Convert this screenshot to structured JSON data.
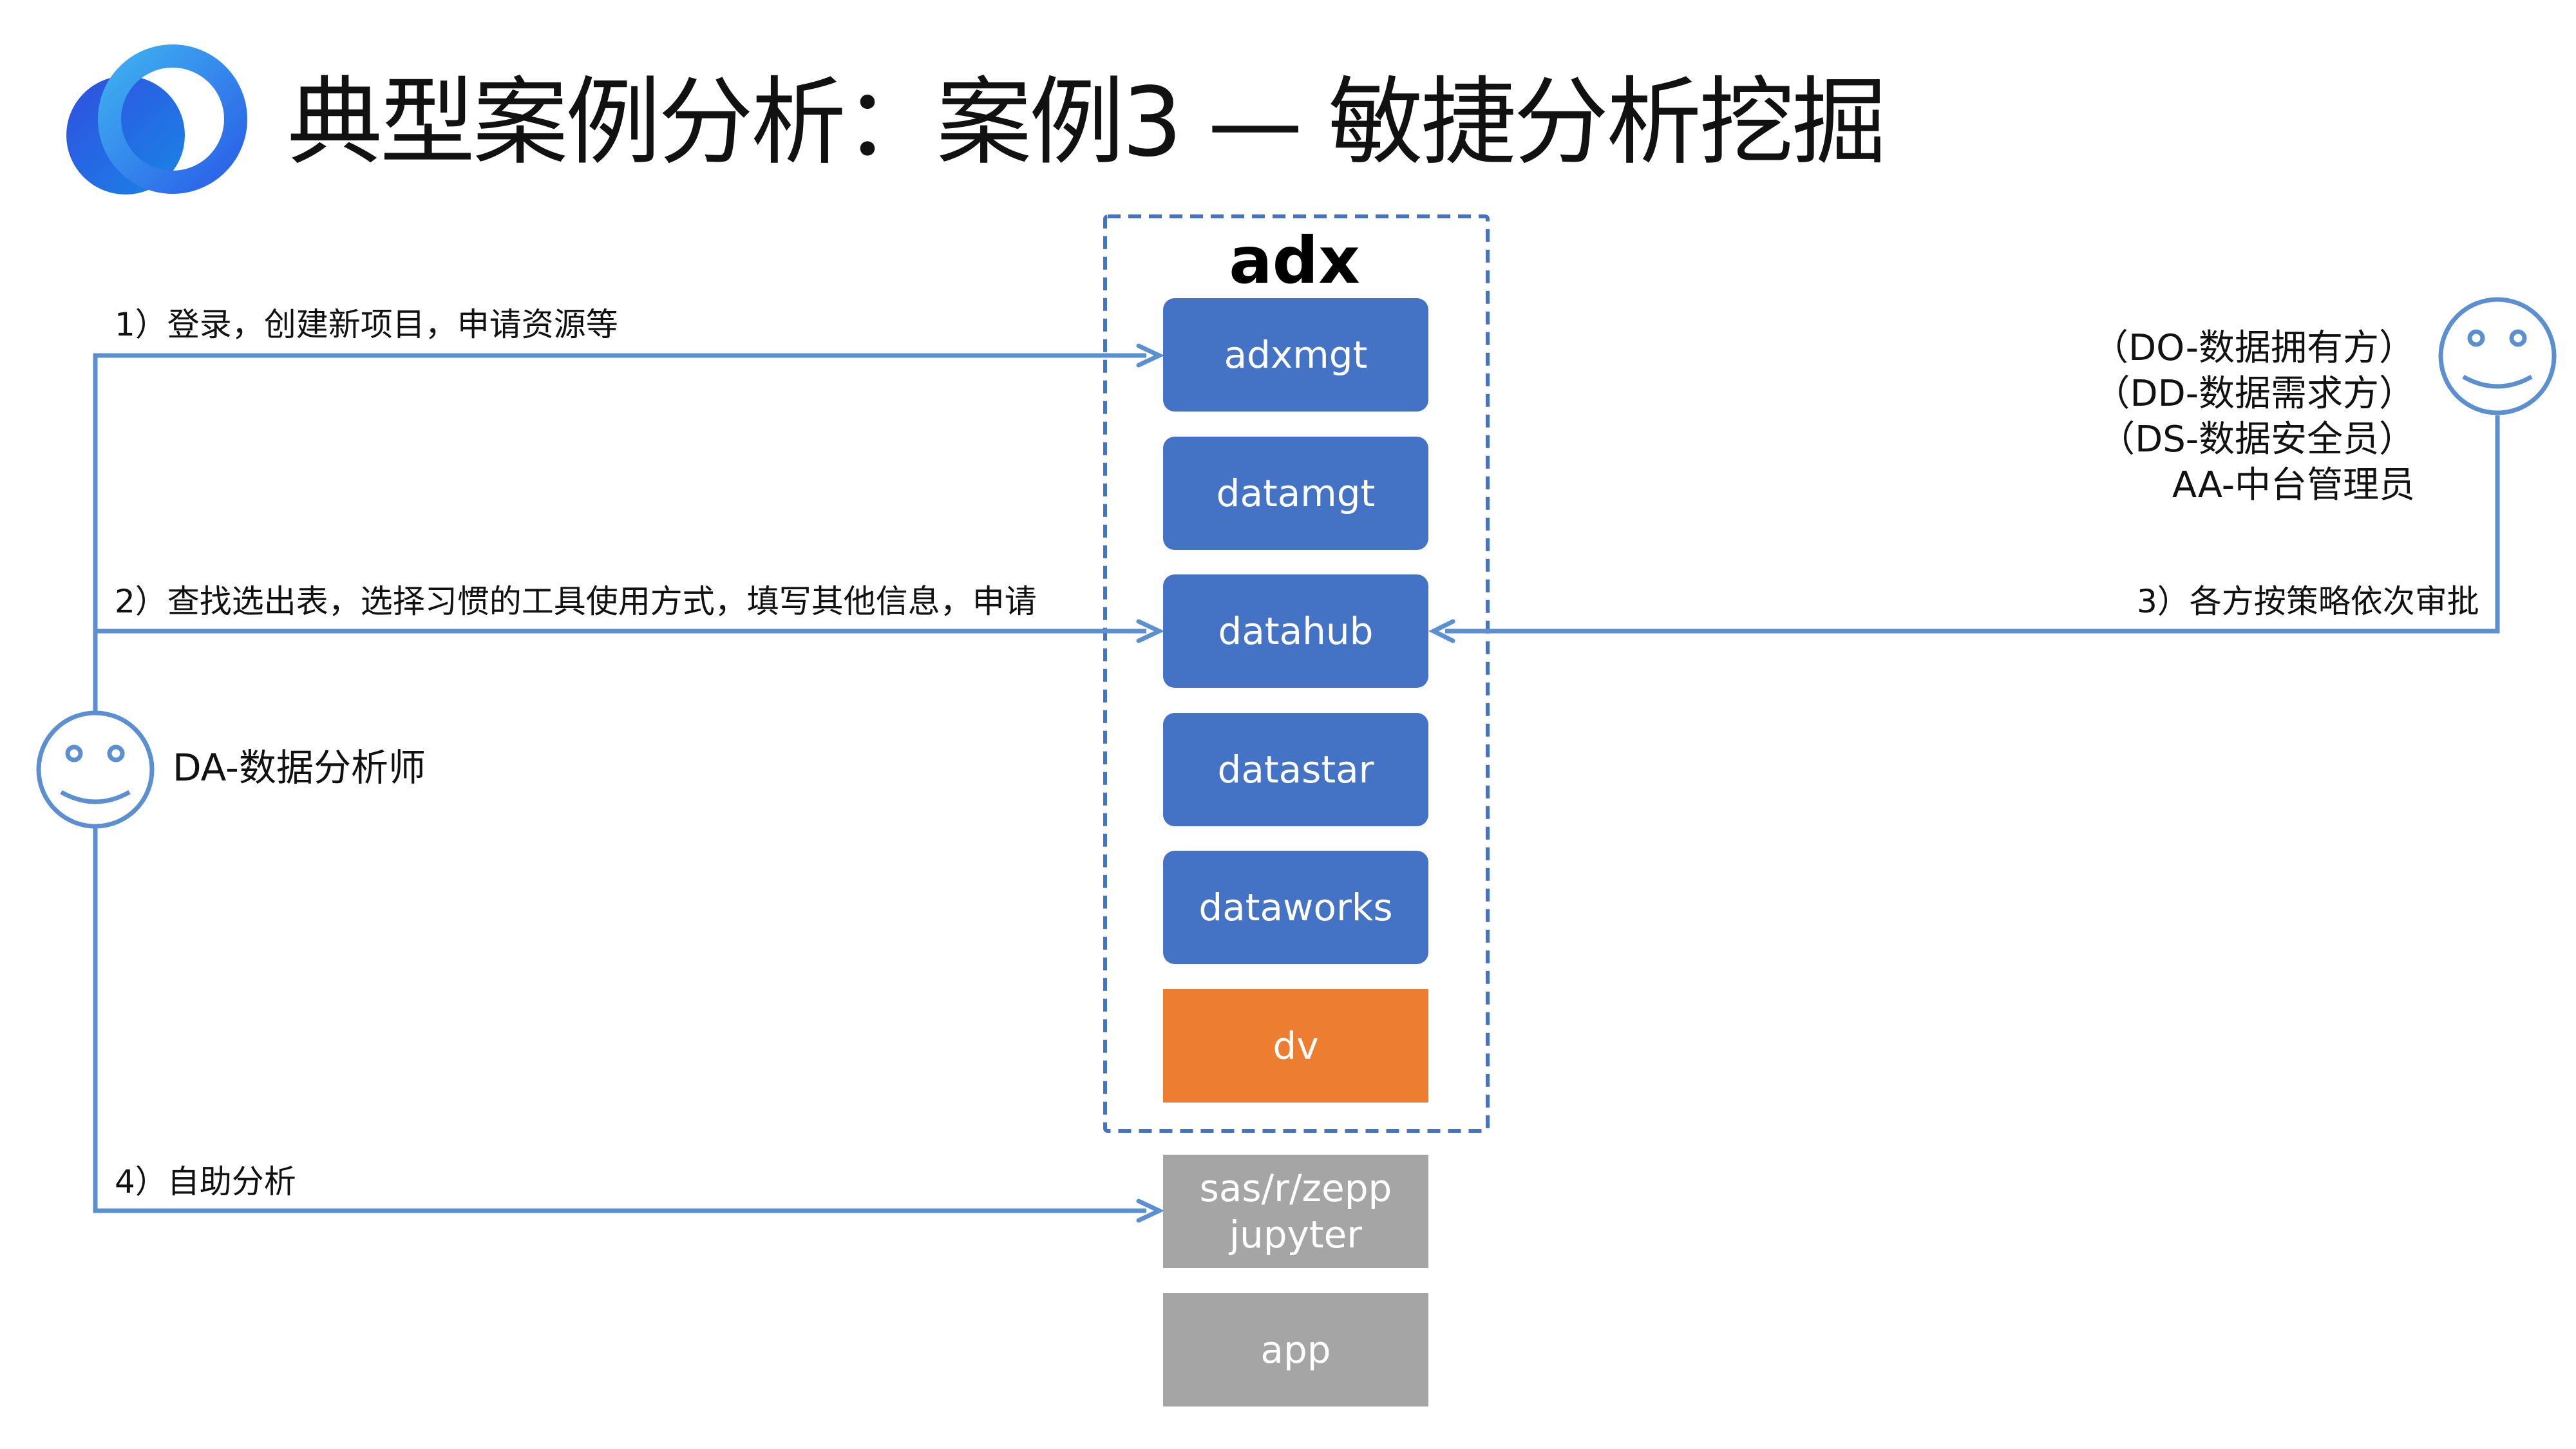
{
  "title": "典型案例分析：案例3 — 敏捷分析挖掘",
  "colors": {
    "accent_blue": "#4472c4",
    "line_blue": "#5b8fd0",
    "orange": "#ed7d31",
    "gray": "#a5a5a5"
  },
  "adx": {
    "label": "adx",
    "modules": [
      "adxmgt",
      "datamgt",
      "datahub",
      "datastar",
      "dataworks",
      "dv"
    ]
  },
  "external": {
    "tools": "sas/r/zepp\njupyter",
    "app": "app"
  },
  "flows": {
    "step1": "1）登录，创建新项目，申请资源等",
    "step2": "2）查找选出表，选择习惯的工具使用方式，填写其他信息，申请",
    "step3": "3）各方按策略依次审批",
    "step4": "4）自助分析"
  },
  "actors": {
    "analyst": "DA-数据分析师",
    "roles": [
      "（DO-数据拥有方）",
      "（DD-数据需求方）",
      "（DS-数据安全员）",
      "AA-中台管理员"
    ]
  }
}
